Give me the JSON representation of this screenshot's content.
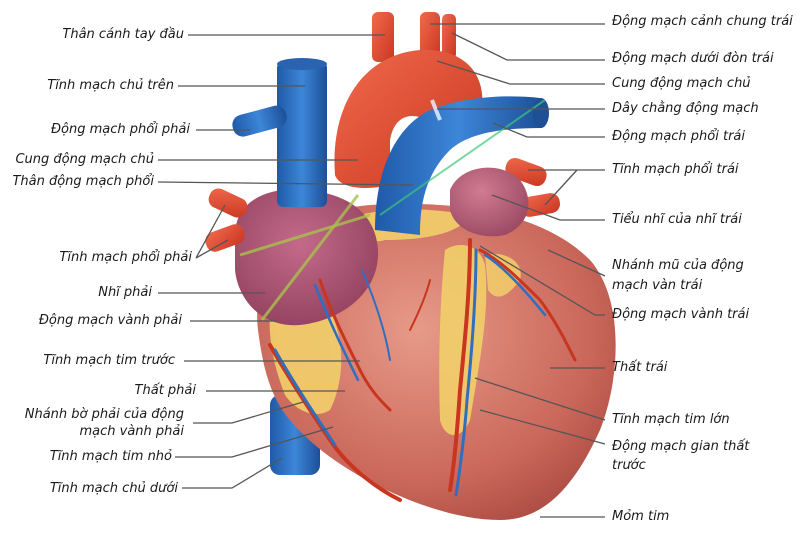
{
  "diagram": {
    "subject": "Heart anatomy (anterior view)",
    "colors": {
      "artery_red": "#d9442e",
      "vein_blue": "#2f6fc0",
      "atrium_purple": "#a8506e",
      "muscle": "#c8685a",
      "fat_yellow": "#f2cf6a",
      "leader_line": "#555555",
      "background": "#ffffff"
    },
    "left_labels": [
      {
        "id": "brachiocephalic-trunk",
        "text": "Thân cánh tay đầu"
      },
      {
        "id": "superior-vena-cava",
        "text": "Tĩnh mạch chủ trên"
      },
      {
        "id": "right-pulmonary-artery",
        "text": "Động mạch phổi phải"
      },
      {
        "id": "aortic-arch-left",
        "text": "Cung động mạch chủ"
      },
      {
        "id": "pulmonary-trunk",
        "text": "Thân động mạch phổi"
      },
      {
        "id": "right-pulmonary-veins",
        "text": "Tĩnh mạch phổi phải"
      },
      {
        "id": "right-atrium",
        "text": "Nhĩ phải"
      },
      {
        "id": "right-coronary-artery",
        "text": "Động mạch vành phải"
      },
      {
        "id": "anterior-cardiac-vein",
        "text": "Tĩnh mạch tim trước"
      },
      {
        "id": "right-ventricle",
        "text": "Thất phải"
      },
      {
        "id": "right-marginal-branch",
        "text": "Nhánh bờ phải của động mạch vành phải"
      },
      {
        "id": "small-cardiac-vein",
        "text": "Tĩnh mạch tim nhỏ"
      },
      {
        "id": "inferior-vena-cava",
        "text": "Tĩnh mạch chủ dưới"
      }
    ],
    "right_labels": [
      {
        "id": "left-common-carotid",
        "text": "Động mạch cảnh chung trái"
      },
      {
        "id": "left-subclavian",
        "text": "Động mạch dưới đòn trái"
      },
      {
        "id": "aortic-arch-right",
        "text": "Cung động mạch chủ"
      },
      {
        "id": "ligamentum-arteriosum",
        "text": "Dây chằng động mạch"
      },
      {
        "id": "left-pulmonary-artery",
        "text": "Động mạch phổi trái"
      },
      {
        "id": "left-pulmonary-veins",
        "text": "Tĩnh mạch phổi trái"
      },
      {
        "id": "left-auricle",
        "text": "Tiểu nhĩ của nhĩ trái"
      },
      {
        "id": "circumflex-branch",
        "text": "Nhánh mũ của động mạch vàn trái"
      },
      {
        "id": "left-coronary-artery",
        "text": "Động mạch vành trái"
      },
      {
        "id": "left-ventricle",
        "text": "Thất trái"
      },
      {
        "id": "great-cardiac-vein",
        "text": "Tĩnh mạch tim lớn"
      },
      {
        "id": "anterior-interventricular-artery",
        "text": "Động mạch gian thất trước"
      },
      {
        "id": "apex",
        "text": "Mỏm tim"
      }
    ]
  }
}
